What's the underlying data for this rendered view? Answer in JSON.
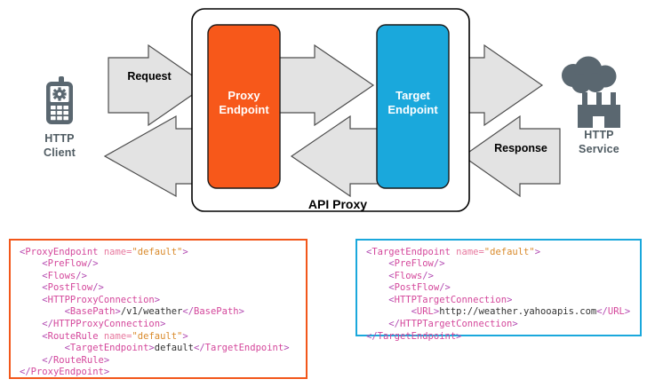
{
  "diagram": {
    "container_label": "API Proxy",
    "nodes": [
      {
        "id": "http-client",
        "icon": "mobile-phone-gear-icon",
        "label_line1": "HTTP",
        "label_line2": "Client"
      },
      {
        "id": "proxy-endpoint",
        "label_line1": "Proxy",
        "label_line2": "Endpoint",
        "color": "#f7581a"
      },
      {
        "id": "target-endpoint",
        "label_line1": "Target",
        "label_line2": "Endpoint",
        "color": "#1aa8dc"
      },
      {
        "id": "http-service",
        "icon": "factory-cloud-icon",
        "label_line1": "HTTP",
        "label_line2": "Service"
      }
    ],
    "arrows": [
      {
        "id": "request-arrow",
        "label": "Request",
        "direction": "right"
      },
      {
        "id": "proxy-to-target-arrow",
        "label": "",
        "direction": "right"
      },
      {
        "id": "target-to-service-arrow",
        "label": "",
        "direction": "right"
      },
      {
        "id": "response-arrow",
        "label": "Response",
        "direction": "left"
      },
      {
        "id": "target-to-proxy-arrow",
        "label": "",
        "direction": "left"
      },
      {
        "id": "proxy-to-client-arrow",
        "label": "",
        "direction": "left"
      }
    ],
    "colors": {
      "proxy_endpoint": "#f7581a",
      "target_endpoint": "#1aa8dc",
      "arrow_fill": "#e3e3e3",
      "arrow_stroke": "#4d4d4d",
      "icon_gray": "#5a6770",
      "container_stroke": "#000000"
    }
  },
  "code_blocks": {
    "proxy": {
      "name": "proxy-endpoint-xml",
      "border_color": "#f2571a",
      "lines": [
        "<ProxyEndpoint name=\"default\">",
        "    <PreFlow/>",
        "    <Flows/>",
        "    <PostFlow/>",
        "    <HTTPProxyConnection>",
        "        <BasePath>/v1/weather</BasePath>",
        "    </HTTPProxyConnection>",
        "    <RouteRule name=\"default\">",
        "        <TargetEndpoint>default</TargetEndpoint>",
        "    </RouteRule>",
        "</ProxyEndpoint>"
      ]
    },
    "target": {
      "name": "target-endpoint-xml",
      "border_color": "#1aa8dc",
      "lines": [
        "<TargetEndpoint name=\"default\">",
        "    <PreFlow/>",
        "    <Flows/>",
        "    <PostFlow/>",
        "    <HTTPTargetConnection>",
        "        <URL>http://weather.yahooapis.com</URL>",
        "    </HTTPTargetConnection>",
        "</TargetEndpoint>"
      ]
    }
  }
}
